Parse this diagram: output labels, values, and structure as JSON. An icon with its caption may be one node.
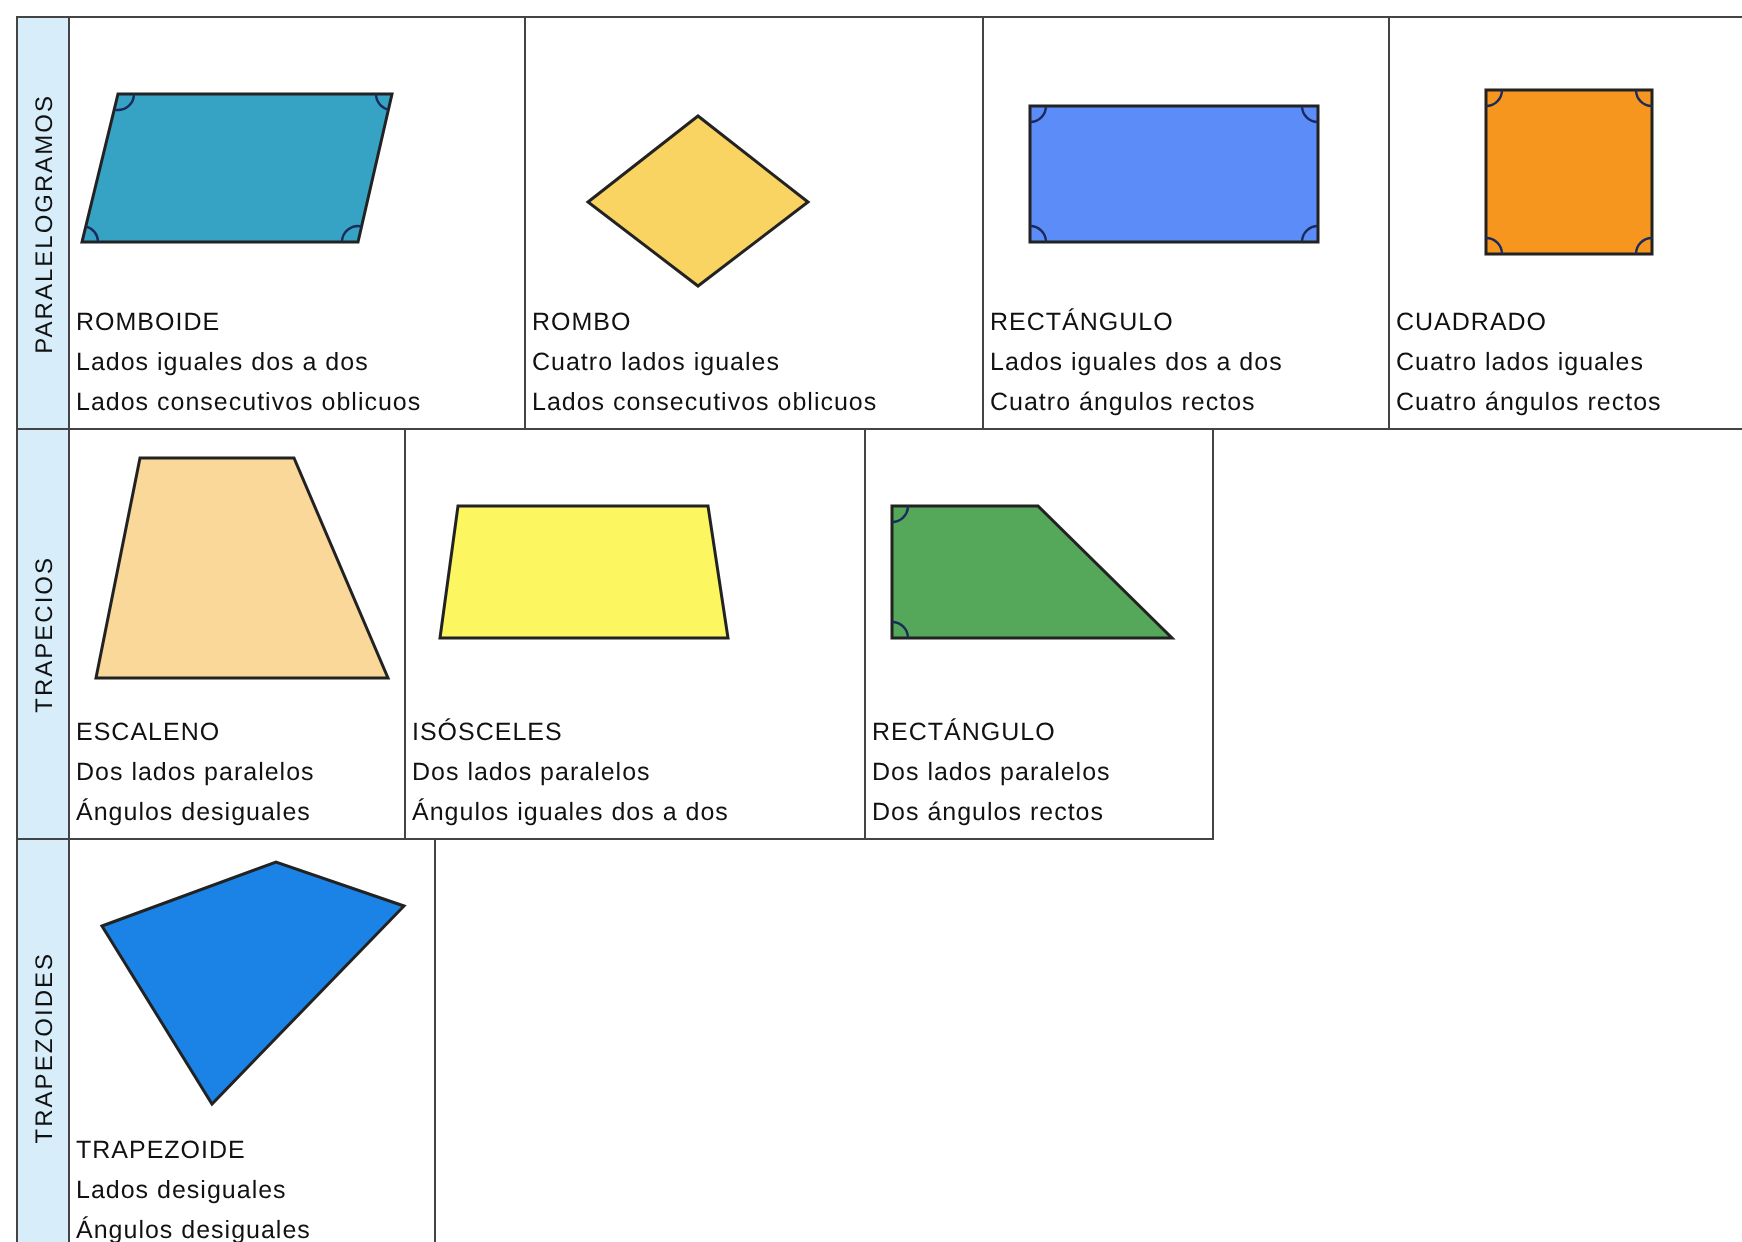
{
  "diagram": {
    "nodes": [
      {
        "text": [
          "PARALELOGRAMOS"
        ]
      },
      {
        "text": [
          "ROMBOIDE",
          "Lados iguales dos a dos",
          "Lados consecutivos oblicuos"
        ]
      },
      {
        "text": [
          "ROMBO",
          "Cuatro lados iguales",
          "Lados consecutivos oblicuos"
        ]
      },
      {
        "text": [
          "RECTÁNGULO",
          "Lados iguales dos a dos",
          "Cuatro ángulos rectos"
        ]
      },
      {
        "text": [
          "CUADRADO",
          "Cuatro lados iguales",
          "Cuatro ángulos rectos"
        ]
      },
      {
        "text": [
          "TRAPECIOS"
        ]
      },
      {
        "text": [
          "ESCALENO",
          "Dos lados paralelos",
          "Ángulos desiguales"
        ]
      },
      {
        "text": [
          "ISÓSCELES",
          "Dos lados paralelos",
          "Ángulos iguales dos a dos"
        ]
      },
      {
        "text": [
          "RECTÁNGULO",
          "Dos lados paralelos",
          "Dos ángulos rectos"
        ]
      },
      {
        "text": [
          "TRAPEZOIDES"
        ]
      },
      {
        "text": [
          "TRAPEZOIDE",
          "Lados desiguales",
          "Ángulos desiguales"
        ]
      }
    ]
  }
}
